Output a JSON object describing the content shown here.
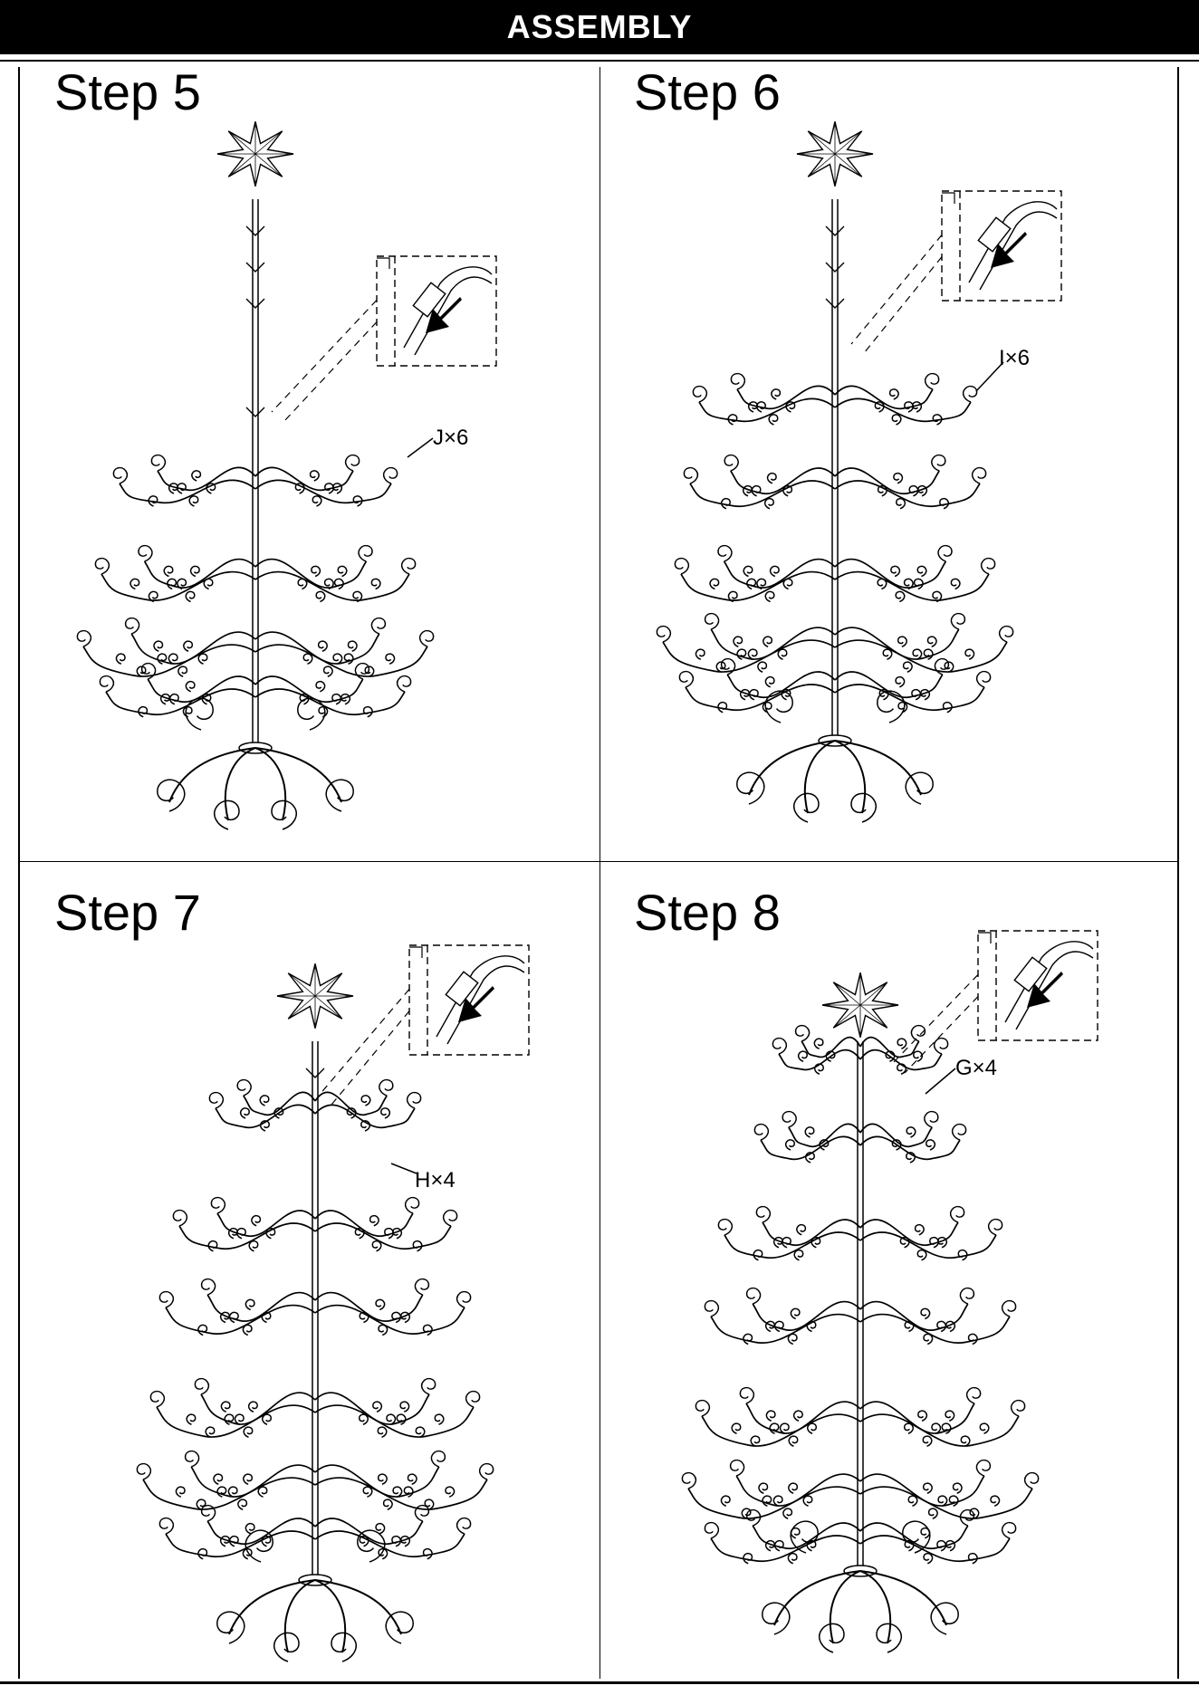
{
  "header": {
    "title": "ASSEMBLY"
  },
  "steps": [
    {
      "title": "Step 5",
      "callout": "J×6"
    },
    {
      "title": "Step 6",
      "callout": "I×6"
    },
    {
      "title": "Step 7",
      "callout": "H×4"
    },
    {
      "title": "Step 8",
      "callout": "G×4"
    }
  ]
}
